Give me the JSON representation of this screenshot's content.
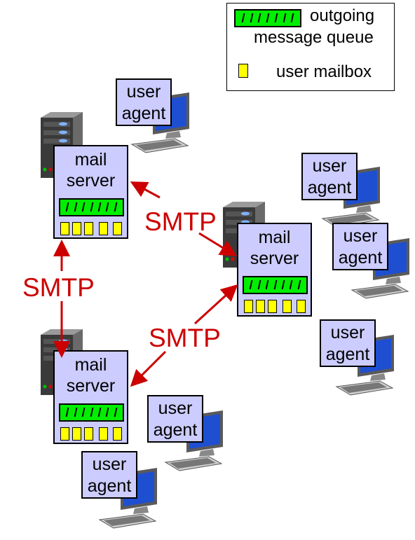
{
  "legend": {
    "queue_label_line1": "outgoing",
    "queue_label_line2": "message queue",
    "mailbox_label": "user mailbox"
  },
  "mail_server": {
    "label_line1": "mail",
    "label_line2": "server"
  },
  "user_agent": {
    "label_line1": "user",
    "label_line2": "agent"
  },
  "protocol": {
    "label": "SMTP"
  },
  "colors": {
    "box_fill": "#ccccff",
    "queue_fill": "#00ee00",
    "mailbox_fill": "#ffff00",
    "protocol_color": "#cc0000"
  }
}
